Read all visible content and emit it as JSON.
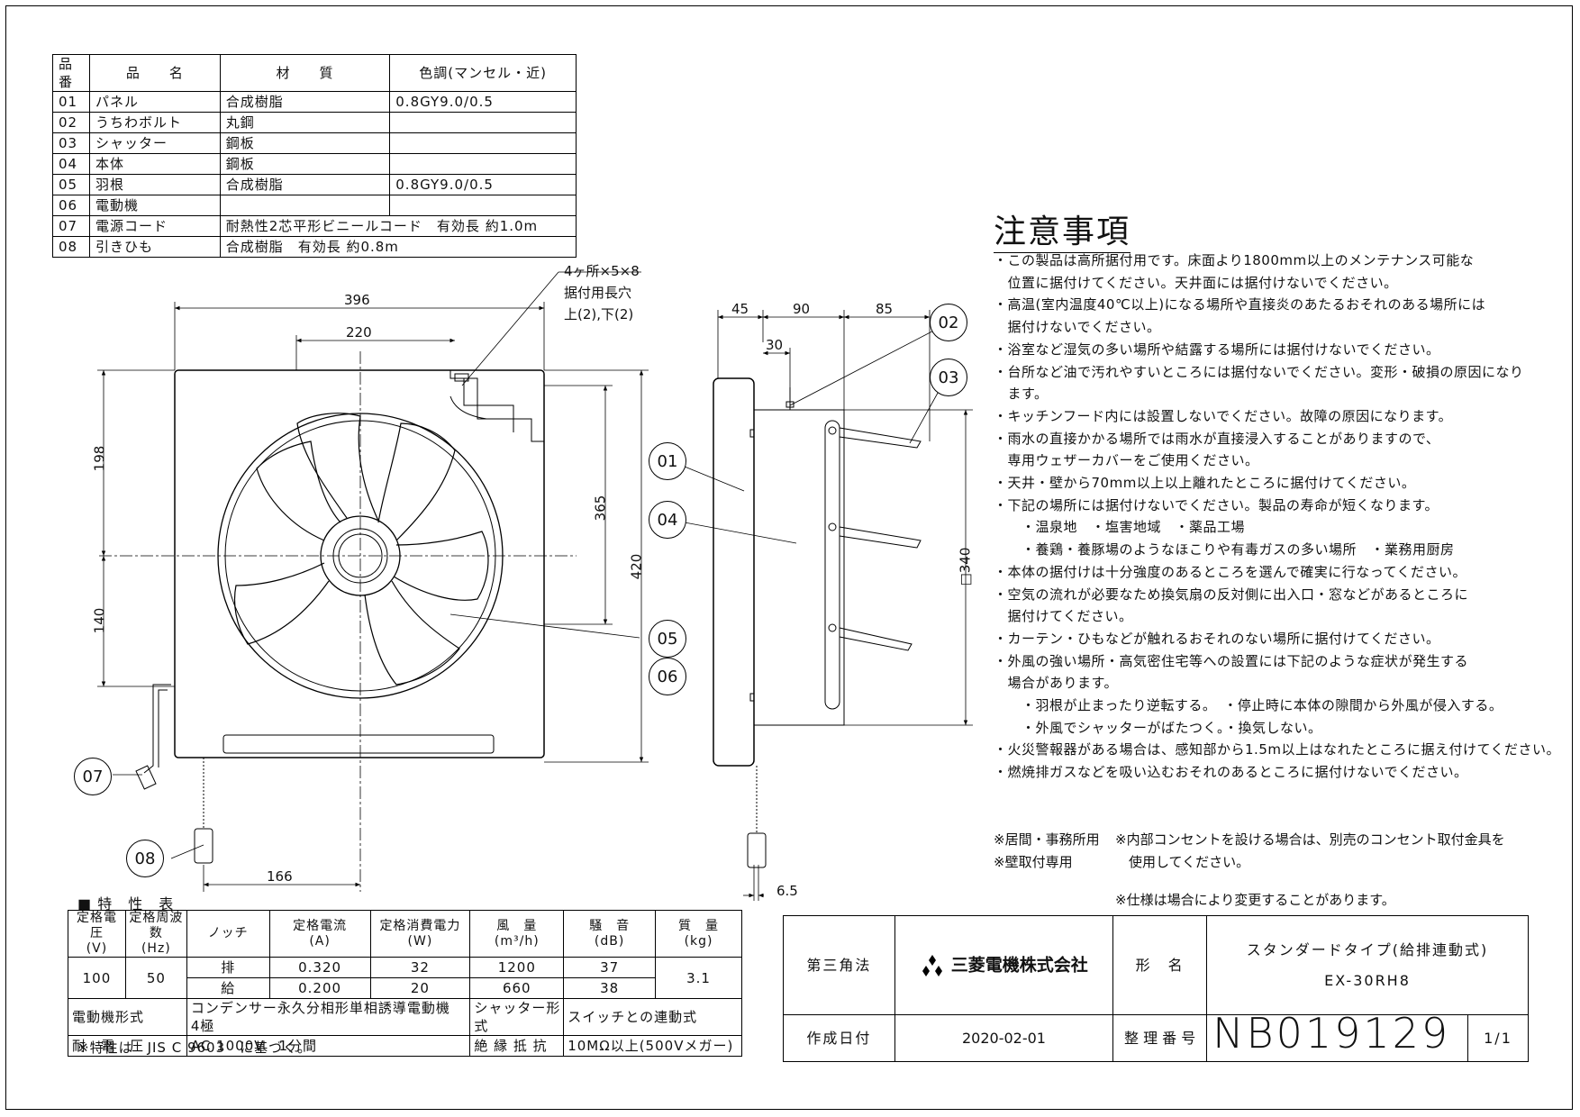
{
  "parts_table": {
    "headers": [
      "品番",
      "品　　名",
      "材　　質",
      "色調(マンセル・近)"
    ],
    "rows": [
      [
        "01",
        "パネル",
        "合成樹脂",
        "0.8GY9.0/0.5"
      ],
      [
        "02",
        "うちわボルト",
        "丸鋼",
        ""
      ],
      [
        "03",
        "シャッター",
        "鋼板",
        ""
      ],
      [
        "04",
        "本体",
        "鋼板",
        ""
      ],
      [
        "05",
        "羽根",
        "合成樹脂",
        "0.8GY9.0/0.5"
      ],
      [
        "06",
        "電動機",
        "",
        ""
      ],
      [
        "07",
        "電源コード",
        "耐熱性2芯平形ビニールコード　有効長 約1.0m",
        ""
      ],
      [
        "08",
        "引きひも",
        "合成樹脂　有効長 約0.8m",
        ""
      ]
    ]
  },
  "front_view": {
    "dims": {
      "width": "396",
      "center": "220",
      "top": "198",
      "bottom": "140",
      "height": "420",
      "inner": "365",
      "cord": "166"
    },
    "hole_note": [
      "4ヶ所×5×8",
      "据付用長穴",
      "上(2),下(2)"
    ]
  },
  "side_view": {
    "dims": {
      "d1": "45",
      "d2": "90",
      "d3": "85",
      "d4": "30",
      "square": "□340",
      "bottom": "6.5"
    }
  },
  "callouts": [
    "01",
    "02",
    "03",
    "04",
    "05",
    "06",
    "07",
    "08"
  ],
  "notes": {
    "title": "注意事項",
    "lines": [
      "・この製品は高所据付用です。床面より1800mm以上のメンテナンス可能な",
      "　位置に据付けてください。天井面には据付けないでください。",
      "・高温(室内温度40℃以上)になる場所や直接炎のあたるおそれのある場所には",
      "　据付けないでください。",
      "・浴室など湿気の多い場所や結露する場所には据付けないでください。",
      "・台所など油で汚れやすいところには据付ないでください。変形・破損の原因になり",
      "　ます。",
      "・キッチンフード内には設置しないでください。故障の原因になります。",
      "・雨水の直接かかる場所では雨水が直接浸入することがありますので、",
      "　専用ウェザーカバーをご使用ください。",
      "・天井・壁から70mm以上以上離れたところに据付けてください。",
      "・下記の場所には据付けないでください。製品の寿命が短くなります。",
      "　　・温泉地　・塩害地域　・薬品工場",
      "　　・養鶏・養豚場のようなほこりや有毒ガスの多い場所　・業務用厨房",
      "・本体の据付けは十分強度のあるところを選んで確実に行なってください。",
      "・空気の流れが必要なため換気扇の反対側に出入口・窓などがあるところに",
      "　据付けてください。",
      "・カーテン・ひもなどが触れるおそれのない場所に据付けてください。",
      "・外風の強い場所・高気密住宅等への設置には下記のような症状が発生する",
      "　場合があります。",
      "　　・羽根が止まったり逆転する。　・停止時に本体の隙間から外風が侵入する。",
      "　　・外風でシャッターがばたつく。・換気しない。",
      "・火災警報器がある場合は、感知部から1.5m以上はなれたところに据え付けてください。",
      "・燃焼排ガスなどを吸い込むおそれのあるところに据付けないでください。"
    ]
  },
  "usage": {
    "left": [
      "※居間・事務所用",
      "※壁取付専用"
    ],
    "right": [
      "※内部コンセントを設ける場合は、別売のコンセント取付金具を",
      "　使用してください。"
    ],
    "spec_change": "※仕様は場合により変更することがあります。"
  },
  "spec_table": {
    "title": "■ 特　性　表",
    "headers": {
      "voltage": [
        "定格電圧",
        "(V)"
      ],
      "freq": [
        "定格周波数",
        "(Hz)"
      ],
      "notch": "ノッチ",
      "current": [
        "定格電流",
        "(A)"
      ],
      "power": [
        "定格消費電力",
        "(W)"
      ],
      "airflow": [
        "風　量",
        "(m³/h)"
      ],
      "noise": [
        "騒　音",
        "(dB)"
      ],
      "mass": [
        "質　量",
        "(kg)"
      ]
    },
    "voltage": "100",
    "freq": "50",
    "rows": [
      {
        "notch": "排",
        "current": "0.320",
        "power": "32",
        "airflow": "1200",
        "noise": "37"
      },
      {
        "notch": "給",
        "current": "0.200",
        "power": "20",
        "airflow": "660",
        "noise": "38"
      }
    ],
    "mass": "3.1",
    "motor_label": "電動機形式",
    "motor_value": "コンデンサー永久分相形単相誘導電動機　4極",
    "shutter_label": "シャッター形式",
    "shutter_value": "スイッチとの連動式",
    "withstand_label": "耐　電　圧",
    "withstand_value": "AC 1000V　1分間",
    "insulation_label": "絶 縁 抵 抗",
    "insulation_value": "10MΩ以上(500Vメガー)",
    "footnote": "※特性は　JIS C 9603　に基づく。"
  },
  "title_block": {
    "projection": "第三角法",
    "company": "三菱電機株式会社",
    "model_label": "形　名",
    "type_name": "スタンダードタイプ(給排連動式)",
    "model": "EX-30RH8",
    "date_label": "作成日付",
    "date": "2020-02-01",
    "number_label": "整 理 番 号",
    "number": "NB019129",
    "sheet": "1/1"
  }
}
